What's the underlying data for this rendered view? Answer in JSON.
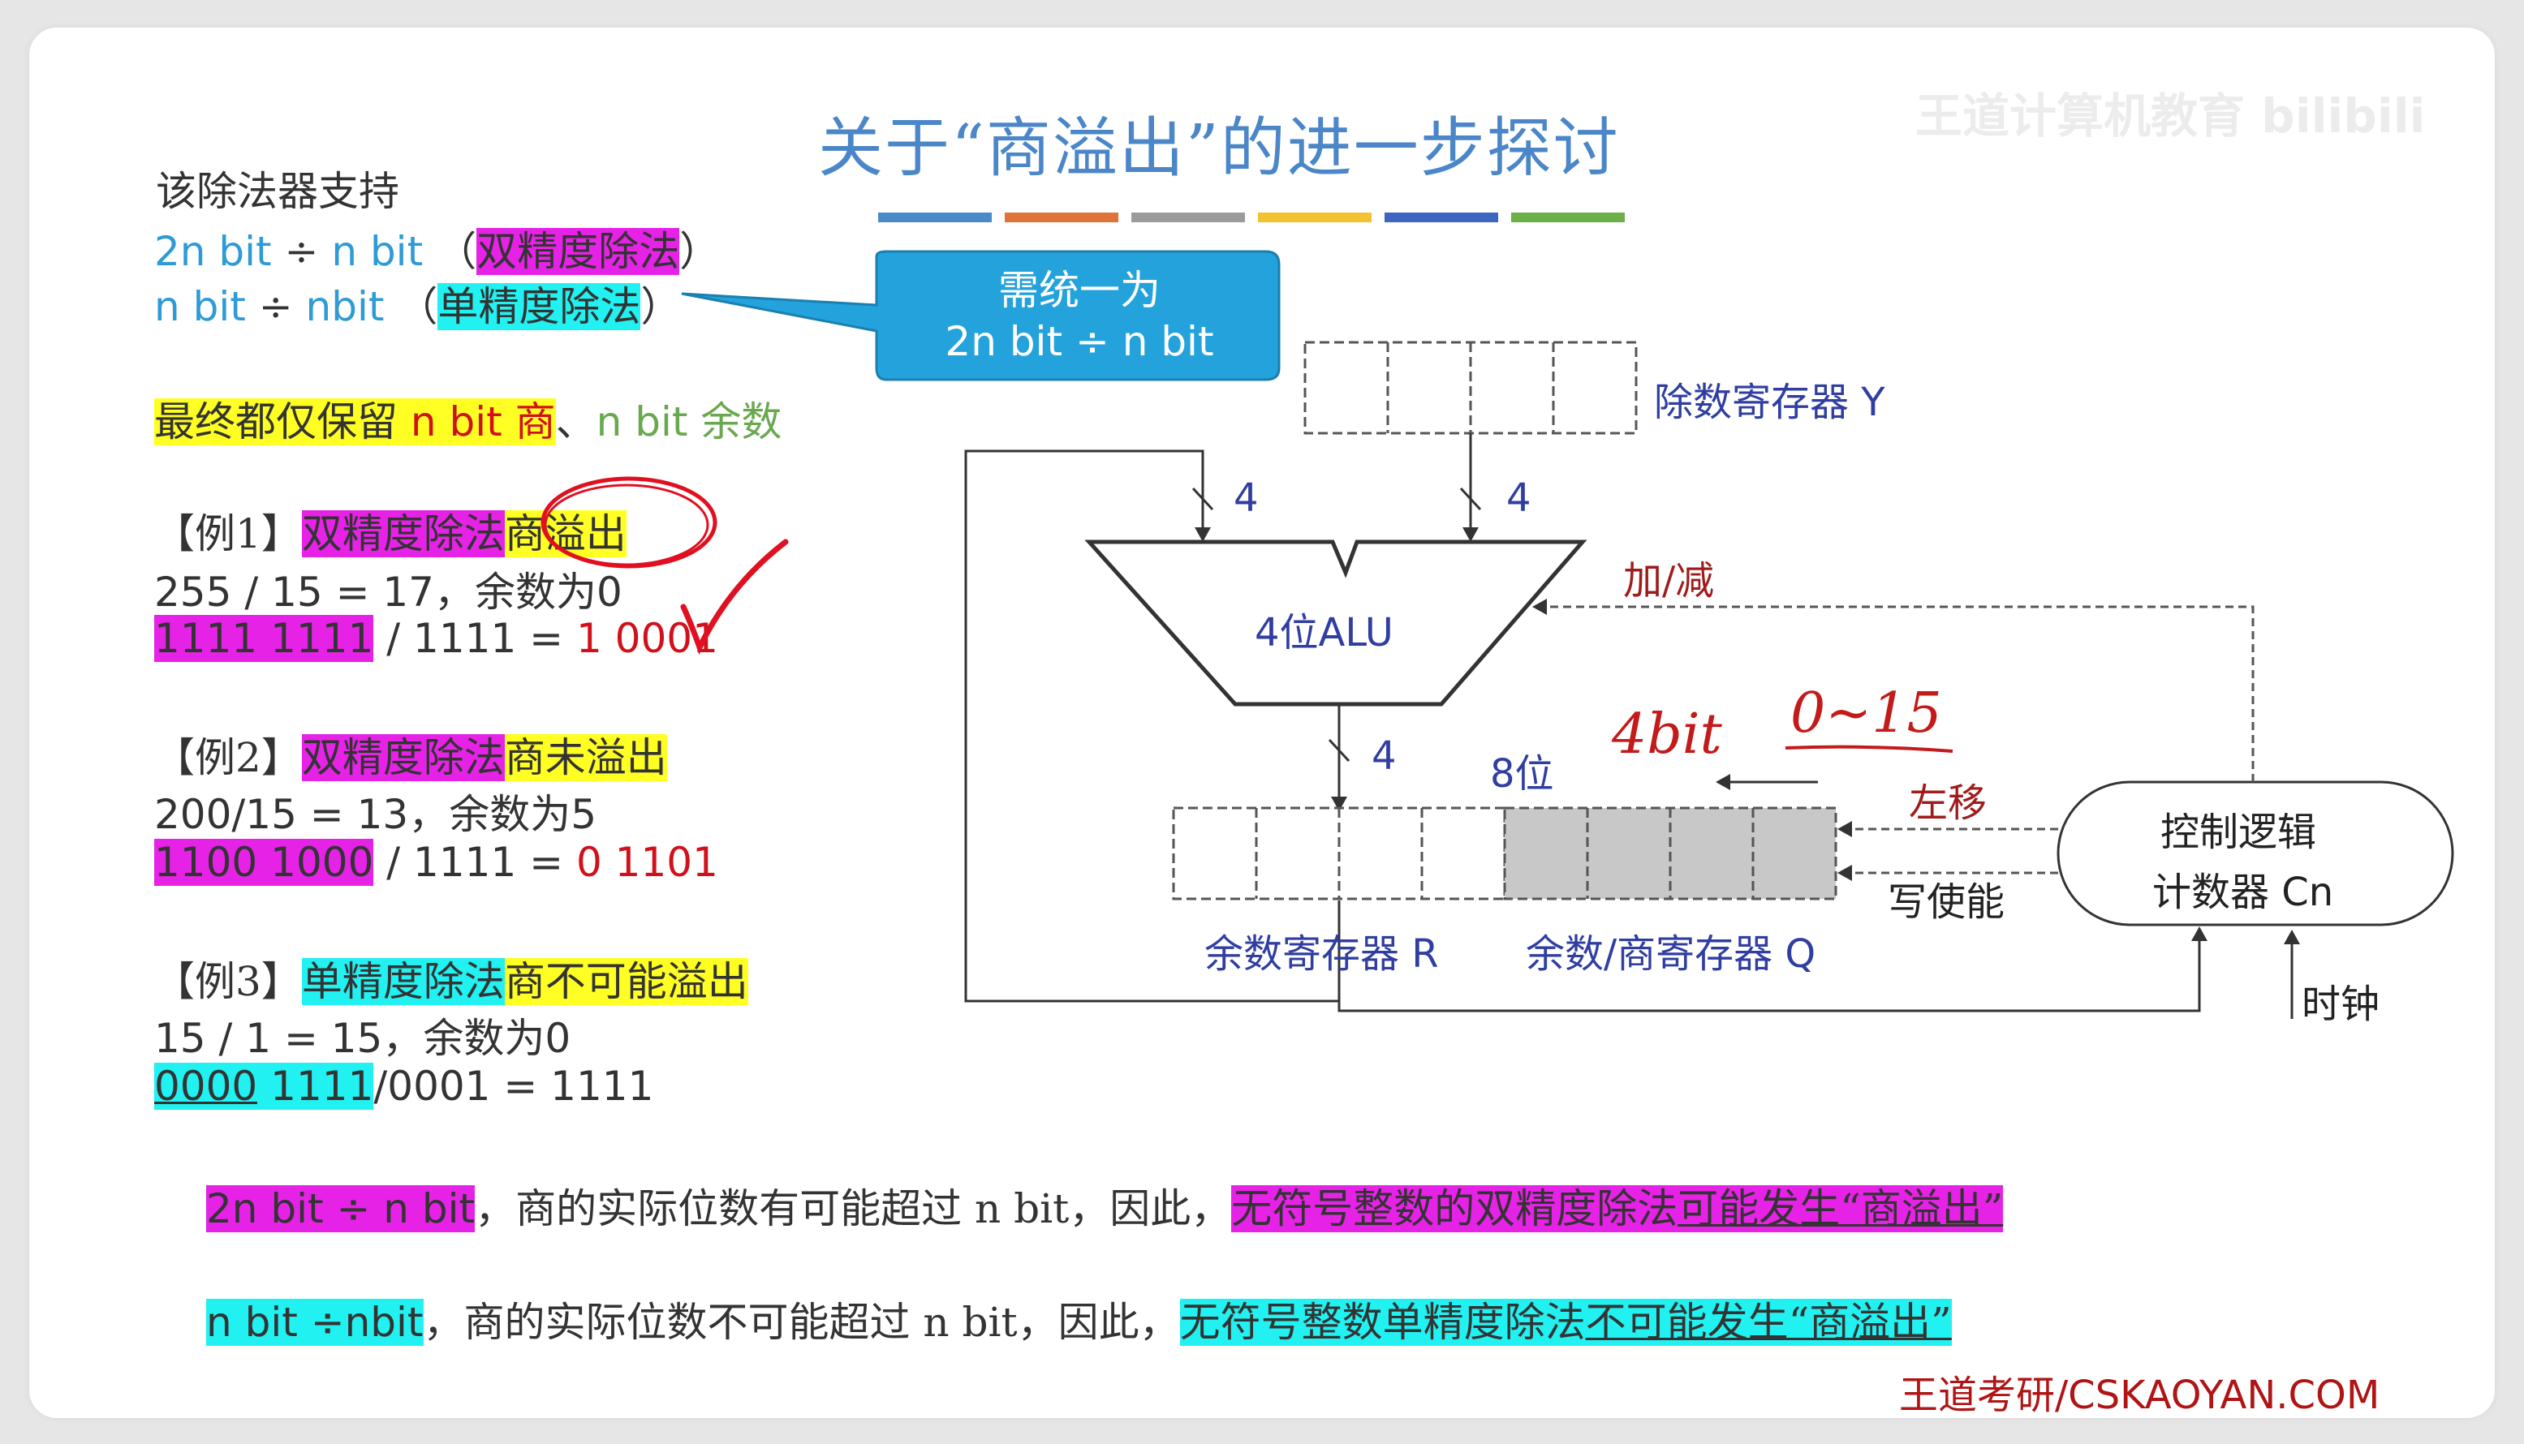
{
  "slide": {
    "title": "关于“商溢出”的进一步探讨",
    "watermark": "王道计算机教育 bilibili",
    "logo": "王道考研/CSKAOYAN.COM",
    "title_bar_colors": [
      "#4a8ac9",
      "#e0733a",
      "#9b9b9b",
      "#f2c230",
      "#3d66c0",
      "#6cb04a"
    ]
  },
  "left": {
    "intro": "该除法器支持",
    "line1": {
      "a": "2n bit",
      "op": "÷",
      "b": "n bit",
      "open": "（",
      "tag": "双精度除法",
      "close": "）"
    },
    "line2": {
      "a": "n bit",
      "op": "÷",
      "b": "nbit",
      "open": "（",
      "tag": "单精度除法",
      "close": "）"
    },
    "keep": {
      "a": "最终都仅保留 ",
      "b": "n bit 商",
      "sep": "、",
      "c": "n bit 余数"
    },
    "ex1": {
      "tag": "【例1】",
      "h1": "双精度除法",
      "h2": "商溢出",
      "eq": "255 / 15 = 17，余数为0",
      "bin_a": "1111 1111",
      "bin_b": " / 1111 = ",
      "bin_c": "1 0001"
    },
    "ex2": {
      "tag": "【例2】",
      "h1": "双精度除法",
      "h2": "商未溢出",
      "eq": "200/15 = 13，余数为5",
      "bin_a": "1100 1000",
      "bin_b": " / 1111 = ",
      "bin_c": "0 1101"
    },
    "ex3": {
      "tag": "【例3】",
      "h1": "单精度除法",
      "h2": "商不可能溢出",
      "eq": "15 / 1 = 15，余数为0",
      "bin_a": "0000",
      "bin_space": " ",
      "bin_b": "1111",
      "bin_c": "/0001 = 1111"
    }
  },
  "callout": {
    "line1": "需统一为",
    "line2": "2n bit ÷ n bit"
  },
  "diagram": {
    "divisor_label": "除数寄存器 Y",
    "alu_label": "4位ALU",
    "bus_width_left": "4",
    "bus_width_right": "4",
    "bus_width_out": "4",
    "addsub_label": "加/减",
    "eight_bit": "8位",
    "hand_4bit": "4bit",
    "hand_range": "0~15",
    "shift_label": "左移",
    "write_label": "写使能",
    "control_line1": "控制逻辑",
    "control_line2": "计数器 Cn",
    "clock_label": "时钟",
    "remainder_label": "余数寄存器 R",
    "quotient_label": "余数/商寄存器 Q"
  },
  "bottom": {
    "line1": {
      "a": "2n bit ÷ n bit",
      "b": "，商的实际位数有可能超过 n bit，因此，",
      "c": "无符号整数的双精度除法",
      "d": "可能发生“商溢出”"
    },
    "line2": {
      "a": "n bit ÷nbit",
      "b": "，商的实际位数不可能超过 n bit，因此，",
      "c": "无符号整数单精度除法",
      "d": "不可能发生“商溢出”"
    }
  }
}
